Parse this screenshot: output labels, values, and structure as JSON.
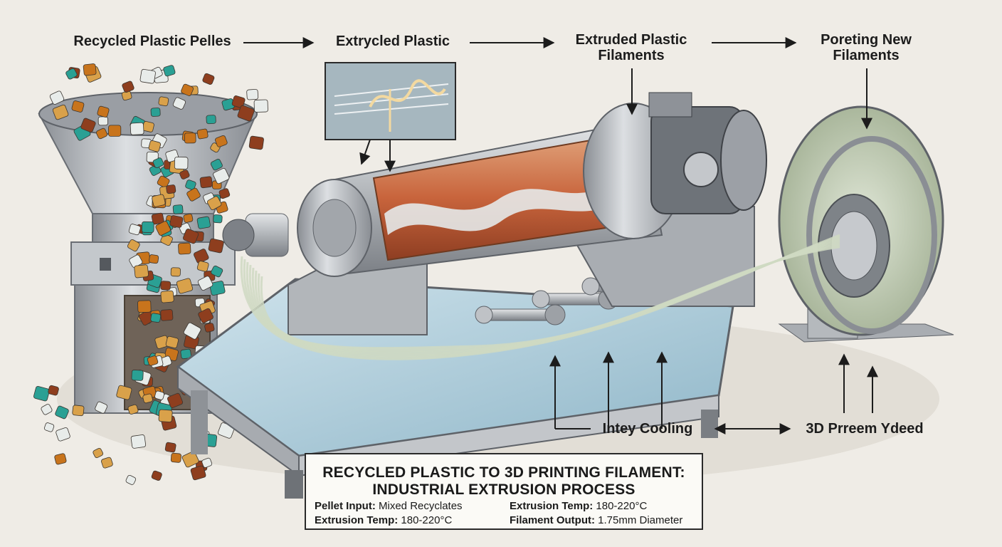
{
  "flow_labels": {
    "step1": "Recycled Plastic Pelles",
    "step2": "Extrycled Plastic",
    "step3": "Extruded Plastic Filaments",
    "step4": "Poreting New Filaments"
  },
  "bottom_labels": {
    "cooling": "Intey Cooling",
    "printer": "3D Prreem Ydeed"
  },
  "caption": {
    "title_line1": "RECYCLED PLASTIC TO 3D PRINTING FILAMENT:",
    "title_line2": "INDUSTRIAL EXTRUSION PROCESS",
    "specs": [
      {
        "key": "Pellet Input:",
        "value": " Mixed Recyclates"
      },
      {
        "key": "Extrusion Temp:",
        "value": " 180-220°C"
      },
      {
        "key": "Extrusion Temp:",
        "value": " 180-220°C"
      },
      {
        "key": "Filament Output:",
        "value": " 1.75mm Diameter"
      }
    ]
  },
  "colors": {
    "background": "#efece6",
    "steel": "#b8bcc0",
    "melt": "#c8643c",
    "water": "#a9c9d8",
    "filament": "#cfd9c2",
    "pellet_amber": "#c8741c",
    "pellet_teal": "#2aa094",
    "pellet_clear": "#e8ecea"
  }
}
